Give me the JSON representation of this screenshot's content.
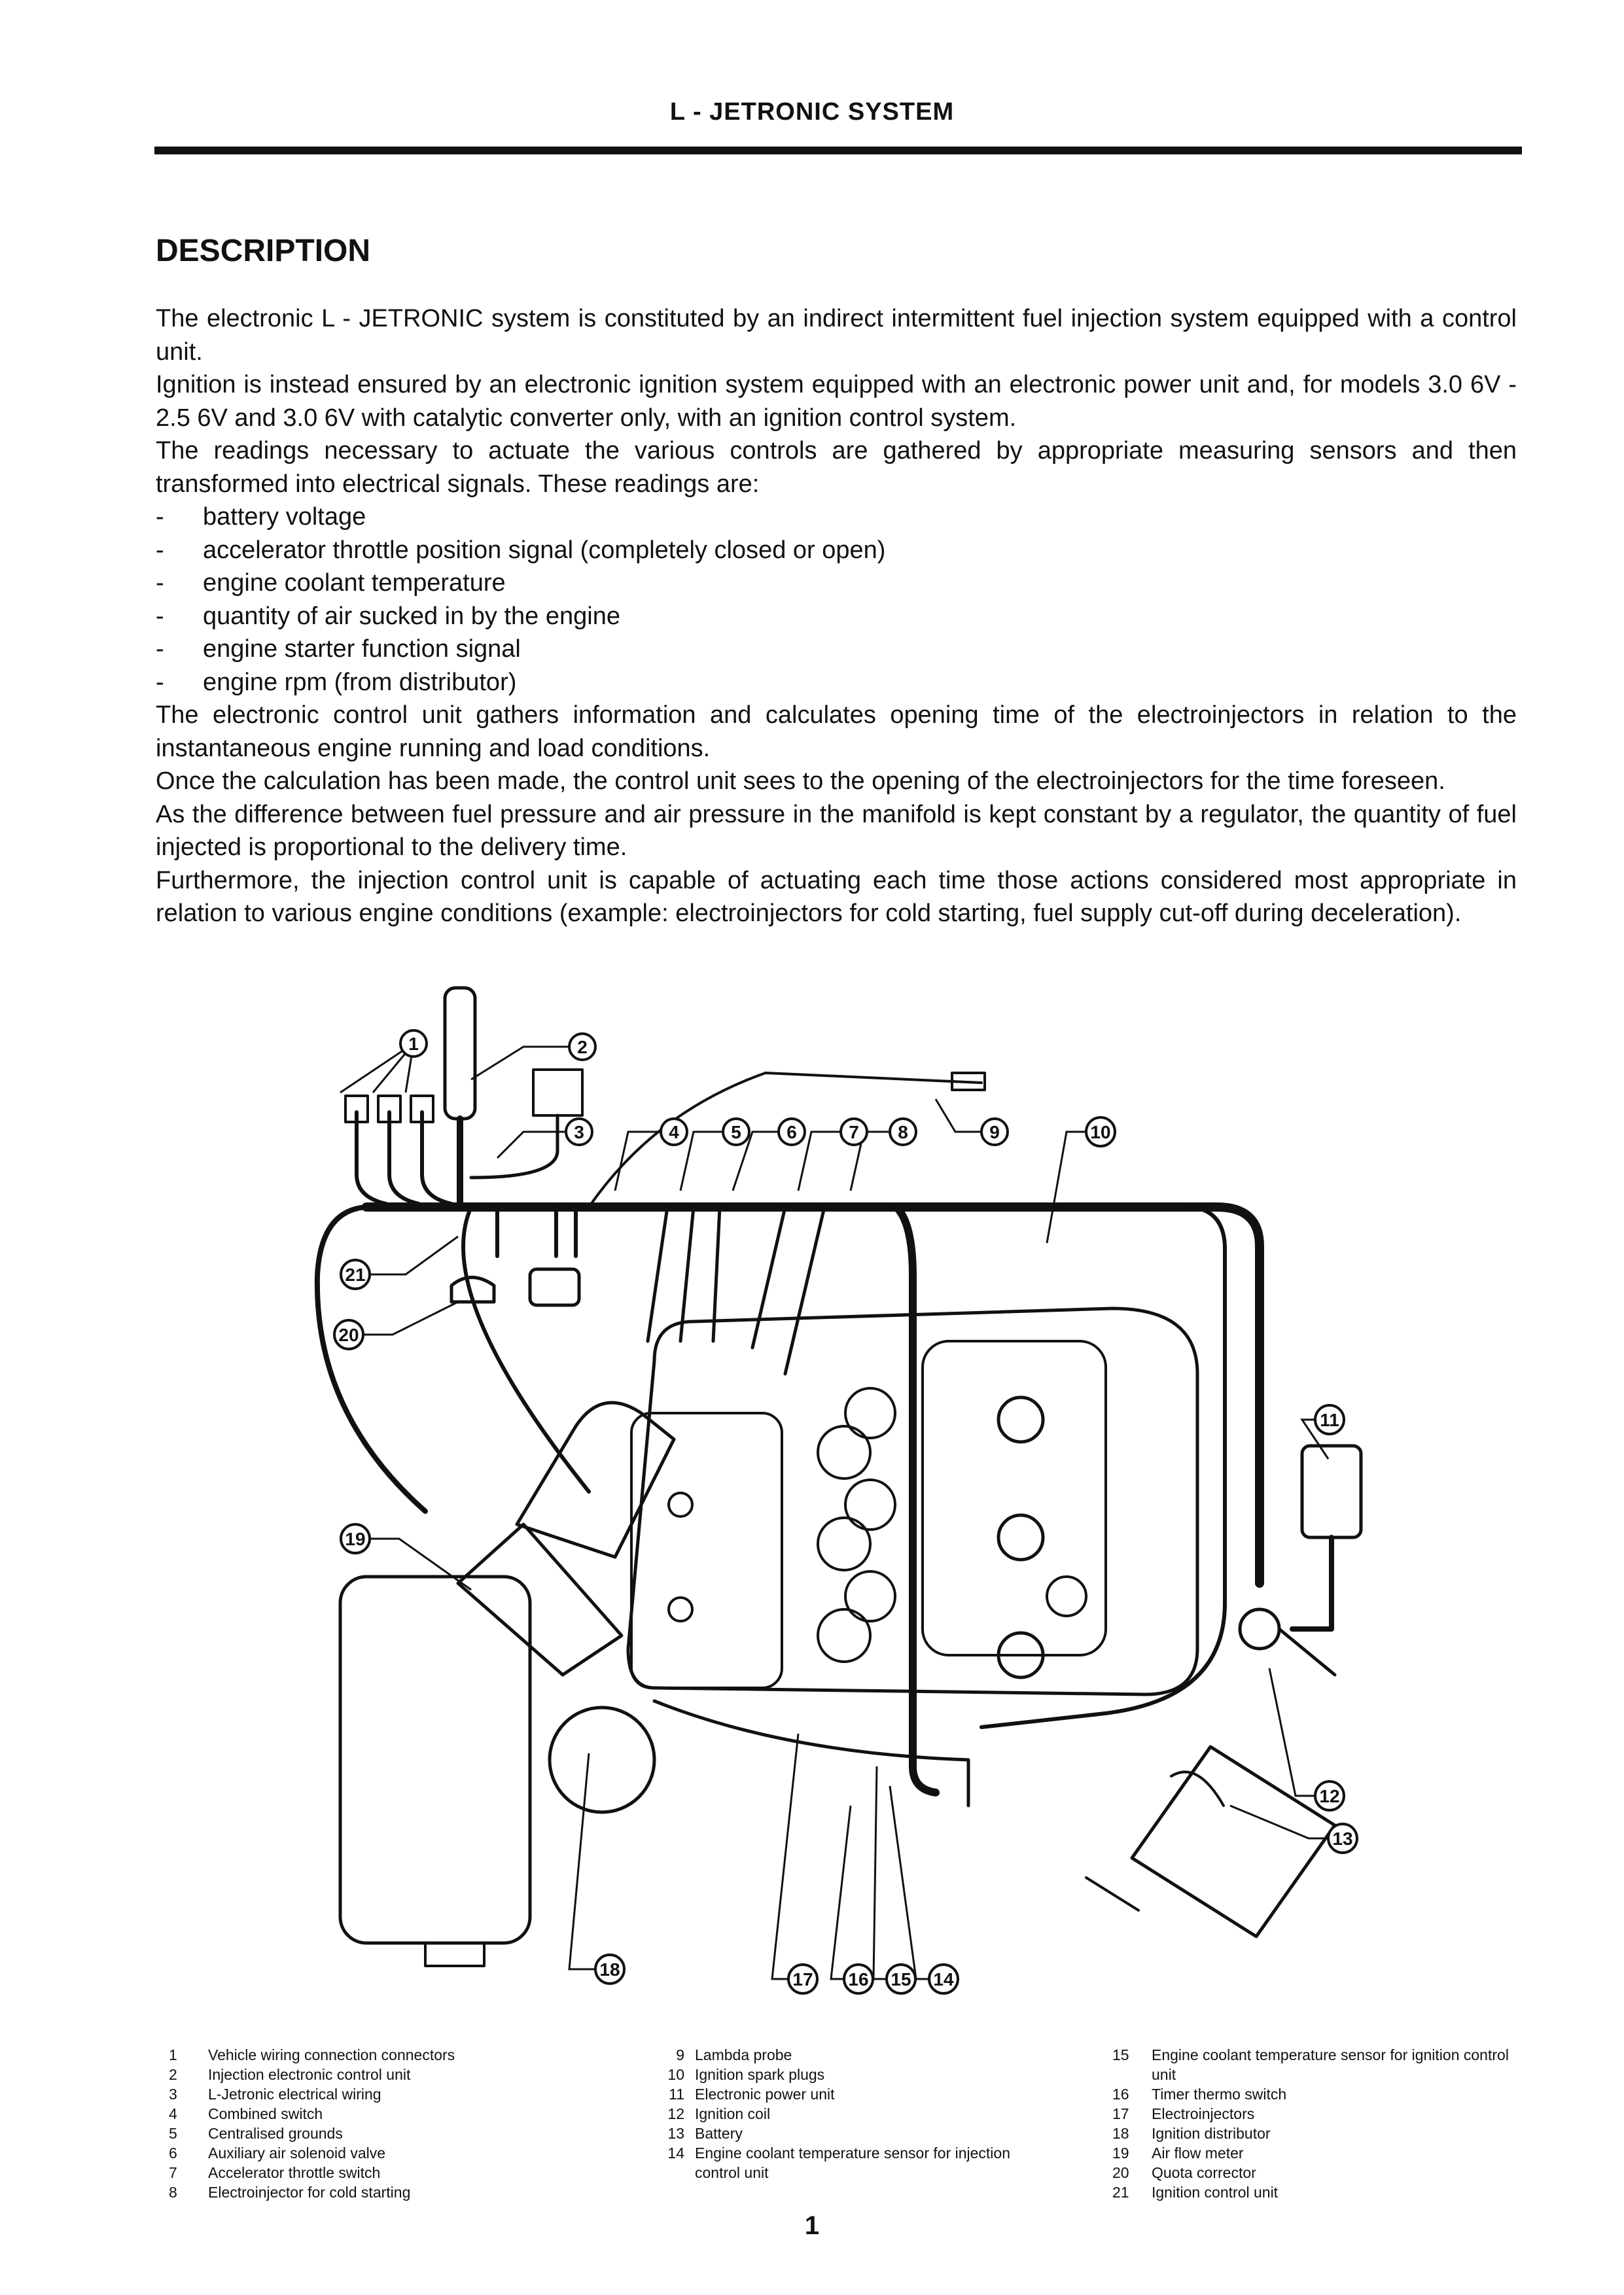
{
  "header": {
    "title": "L - JETRONIC SYSTEM"
  },
  "section": {
    "heading": "DESCRIPTION"
  },
  "paragraphs": {
    "p1": "The electronic L - JETRONIC system is constituted by an indirect intermittent fuel injection system equipped with a control unit.",
    "p2": "Ignition is instead ensured by an electronic ignition system equipped with an electronic power unit and, for models 3.0 6V - 2.5 6V and 3.0 6V with catalytic converter only, with an ignition control system.",
    "p3": "The readings necessary to actuate the various controls are gathered by appropriate measuring sensors and then transformed into electrical signals. These readings are:",
    "p4": "The electronic control unit gathers information and calculates opening time of the electroinjectors in relation to the instantaneous engine running and load conditions.",
    "p5": "Once the calculation has been made, the control unit sees to the opening of the electroinjectors for the time foreseen.",
    "p6": "As the difference between fuel pressure and air pressure in the manifold is kept constant by a regulator, the quantity of fuel injected is proportional to the delivery time.",
    "p7": "Furthermore, the injection control unit is capable of actuating each time those actions considered most appropriate in relation to various engine conditions (example: electroinjectors for cold starting, fuel supply cut-off during deceleration)."
  },
  "readings": [
    "battery voltage",
    "accelerator throttle position signal (completely closed or open)",
    "engine coolant temperature",
    "quantity of air sucked in by the engine",
    "engine starter function signal",
    "engine rpm (from distributor)"
  ],
  "diagram_labels": [
    "1",
    "2",
    "3",
    "4",
    "5",
    "6",
    "7",
    "8",
    "9",
    "10",
    "11",
    "12",
    "13",
    "14",
    "15",
    "16",
    "17",
    "18",
    "19",
    "20",
    "21"
  ],
  "legend": {
    "col1": [
      {
        "n": "1",
        "t": "Vehicle wiring connection connectors"
      },
      {
        "n": "2",
        "t": "Injection electronic control unit"
      },
      {
        "n": "3",
        "t": "L-Jetronic electrical wiring"
      },
      {
        "n": "4",
        "t": "Combined switch"
      },
      {
        "n": "5",
        "t": "Centralised grounds"
      },
      {
        "n": "6",
        "t": "Auxiliary air solenoid valve"
      },
      {
        "n": "7",
        "t": "Accelerator throttle switch"
      },
      {
        "n": "8",
        "t": "Electroinjector for cold starting"
      }
    ],
    "col2": [
      {
        "n": "9",
        "t": "Lambda probe"
      },
      {
        "n": "10",
        "t": "Ignition spark plugs"
      },
      {
        "n": "11",
        "t": "Electronic power unit"
      },
      {
        "n": "12",
        "t": "Ignition coil"
      },
      {
        "n": "13",
        "t": "Battery"
      },
      {
        "n": "14",
        "t": "Engine coolant temperature sensor for injection control unit"
      }
    ],
    "col3": [
      {
        "n": "15",
        "t": "Engine coolant temperature sensor for ignition control unit"
      },
      {
        "n": "16",
        "t": "Timer thermo switch"
      },
      {
        "n": "17",
        "t": "Electroinjectors"
      },
      {
        "n": "18",
        "t": "Ignition distributor"
      },
      {
        "n": "19",
        "t": "Air flow meter"
      },
      {
        "n": "20",
        "t": "Quota corrector"
      },
      {
        "n": "21",
        "t": "Ignition control unit"
      }
    ]
  },
  "footer": {
    "page_number": "1"
  }
}
